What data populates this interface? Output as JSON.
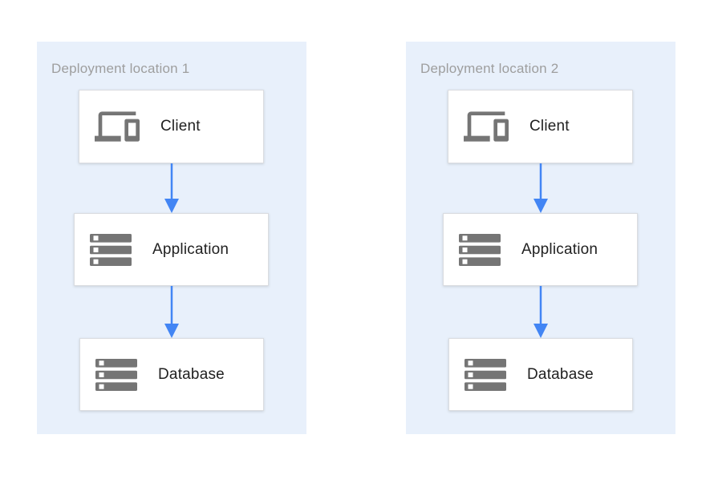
{
  "colors": {
    "page_bg": "#FFFFFF",
    "panel_bg": "#E8F0FB",
    "node_bg": "#FFFFFF",
    "node_border": "#DADCE0",
    "icon_gray": "#757575",
    "icon_white": "#FFFFFF",
    "title_gray": "#9E9E9E",
    "label_dark": "#212121",
    "arrow_blue": "#4285F4"
  },
  "panels": [
    {
      "title": "Deployment location 1",
      "nodes": [
        {
          "label": "Client",
          "icon": "devices-icon"
        },
        {
          "label": "Application",
          "icon": "server-stack-icon"
        },
        {
          "label": "Database",
          "icon": "server-stack-icon"
        }
      ]
    },
    {
      "title": "Deployment location 2",
      "nodes": [
        {
          "label": "Client",
          "icon": "devices-icon"
        },
        {
          "label": "Application",
          "icon": "server-stack-icon"
        },
        {
          "label": "Database",
          "icon": "server-stack-icon"
        }
      ]
    }
  ],
  "connections": [
    {
      "from": "Client",
      "to": "Application",
      "direction": "down"
    },
    {
      "from": "Application",
      "to": "Database",
      "direction": "down"
    }
  ]
}
